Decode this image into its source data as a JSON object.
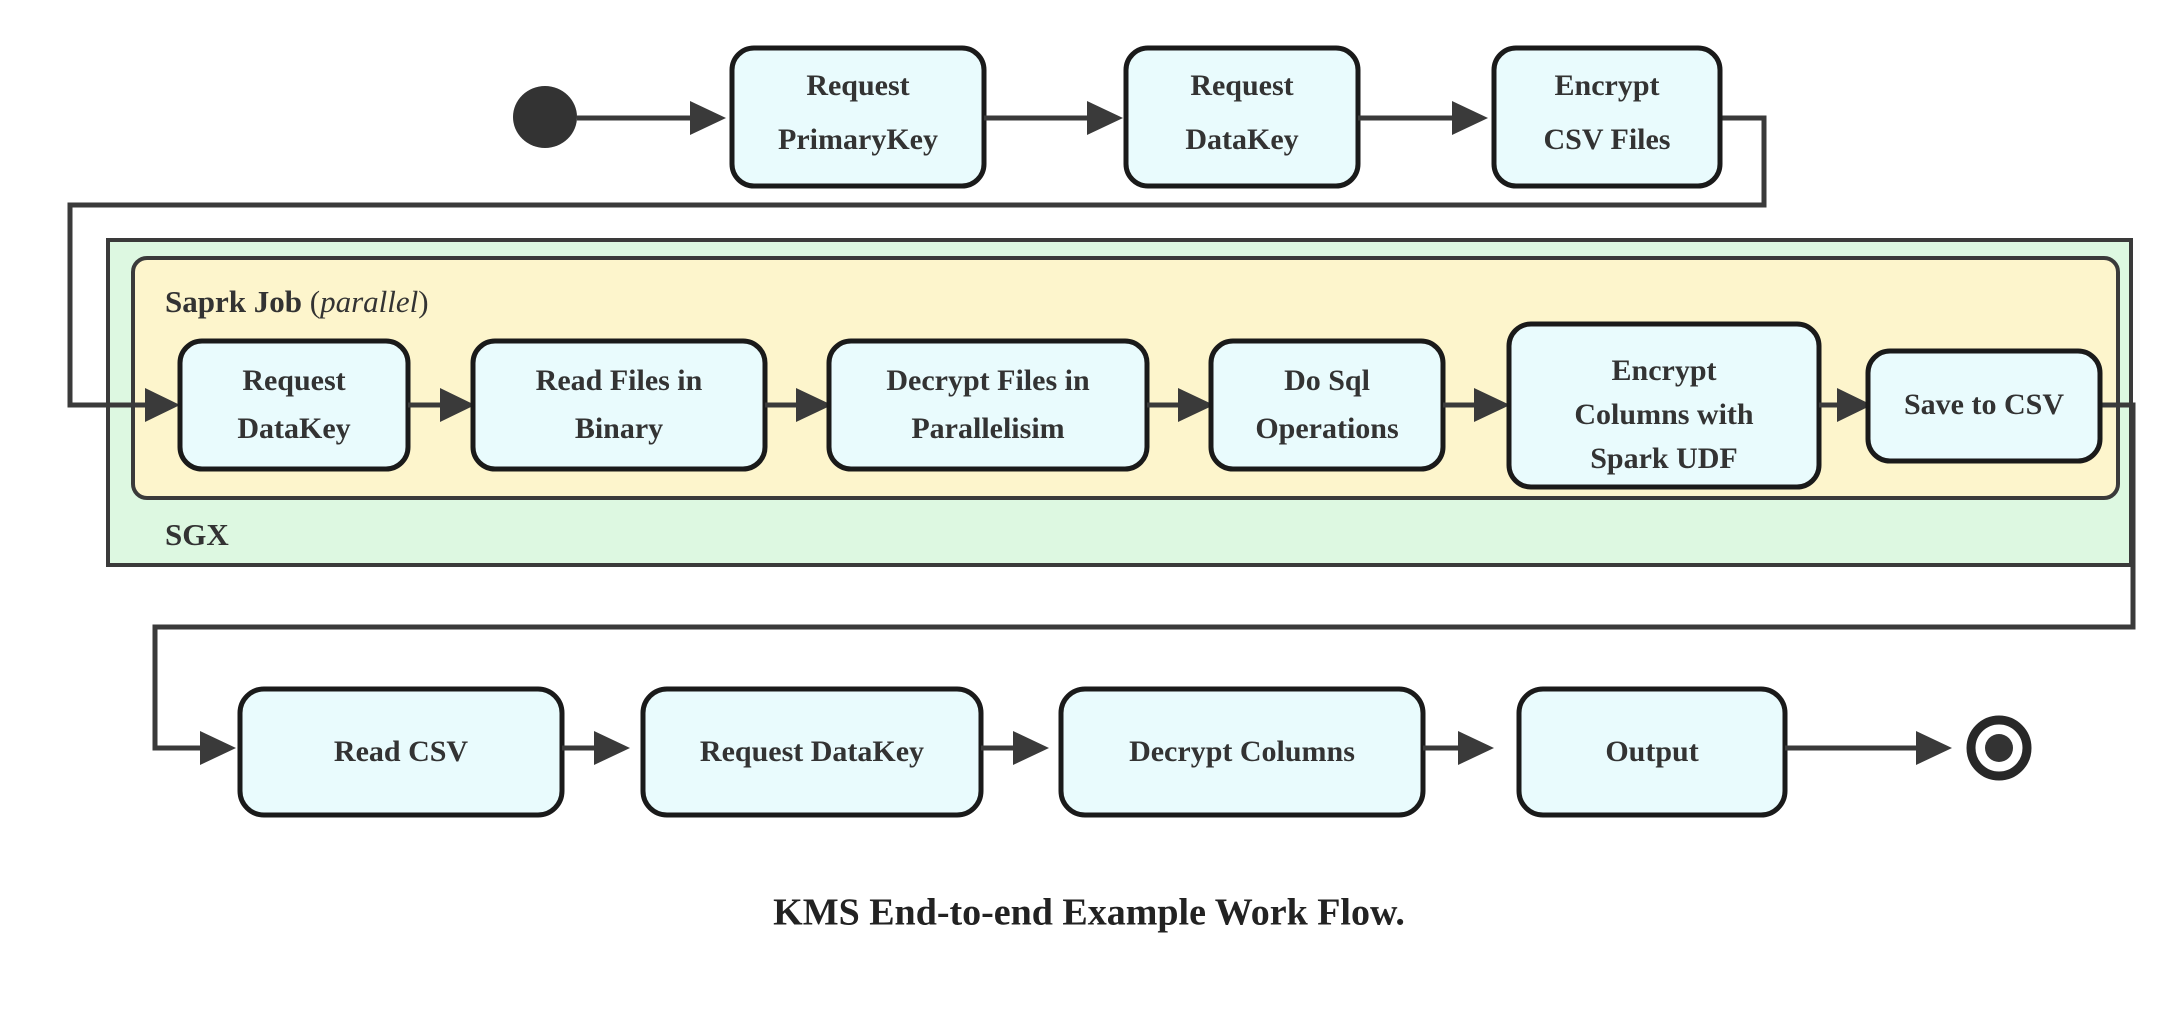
{
  "diagram": {
    "caption": "KMS End-to-end Example Work Flow.",
    "colors": {
      "node_fill": "#e9fbfd",
      "node_stroke": "#1a1a1a",
      "sgx_fill": "#ddf8e1",
      "spark_fill": "#fdf5cc",
      "edge": "#3a3a3a",
      "text": "#333333",
      "background": "#ffffff"
    },
    "groups": {
      "sgx": {
        "label": "SGX"
      },
      "spark": {
        "label_bold": "Saprk Job",
        "label_paren_open": "(",
        "label_italic": "parallel",
        "label_paren_close": ")"
      }
    },
    "markers": {
      "start": "filled-circle-start-node",
      "end": "bullseye-end-node"
    },
    "rows": {
      "top": {
        "nodes": [
          {
            "id": "request-primarykey",
            "lines": [
              "Request",
              "PrimaryKey"
            ]
          },
          {
            "id": "request-datakey-top",
            "lines": [
              "Request",
              "DataKey"
            ]
          },
          {
            "id": "encrypt-csv-files",
            "lines": [
              "Encrypt",
              "CSV Files"
            ]
          }
        ]
      },
      "spark": {
        "nodes": [
          {
            "id": "request-datakey-spark",
            "lines": [
              "Request",
              "DataKey"
            ]
          },
          {
            "id": "read-files-in-binary",
            "lines": [
              "Read Files in",
              "Binary"
            ]
          },
          {
            "id": "decrypt-files-in-parallelisim",
            "lines": [
              "Decrypt Files in",
              "Parallelisim"
            ]
          },
          {
            "id": "do-sql-operations",
            "lines": [
              "Do Sql",
              "Operations"
            ]
          },
          {
            "id": "encrypt-columns-with-spark-udf",
            "lines": [
              "Encrypt",
              "Columns with",
              "Spark UDF"
            ]
          },
          {
            "id": "save-to-csv",
            "lines": [
              "Save to CSV"
            ]
          }
        ]
      },
      "bottom": {
        "nodes": [
          {
            "id": "read-csv",
            "lines": [
              "Read CSV"
            ]
          },
          {
            "id": "request-datakey-bottom",
            "lines": [
              "Request DataKey"
            ]
          },
          {
            "id": "decrypt-columns",
            "lines": [
              "Decrypt Columns"
            ]
          },
          {
            "id": "output",
            "lines": [
              "Output"
            ]
          }
        ]
      }
    }
  }
}
